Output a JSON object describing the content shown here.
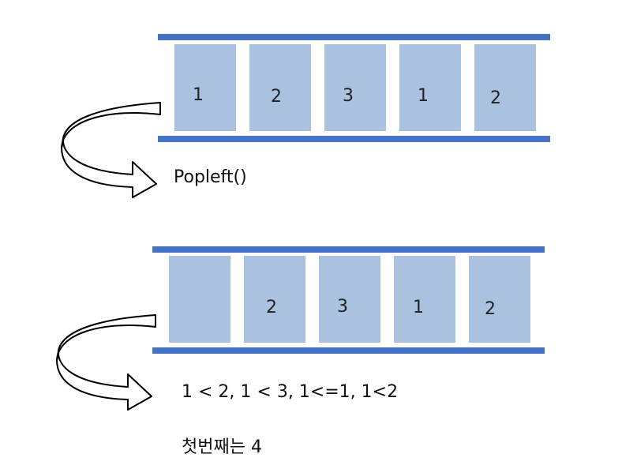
{
  "colors": {
    "rail": "#4472c4",
    "cell": "#abc1e0",
    "text": "#111111"
  },
  "queue_before": {
    "cells": [
      "1",
      "2",
      "3",
      "1",
      "2"
    ]
  },
  "operation_label": "Popleft()",
  "queue_after": {
    "cells": [
      "",
      "2",
      "3",
      "1",
      "2"
    ]
  },
  "comparison_text": "1 < 2, 1 < 3, 1<=1, 1<2",
  "result_text": "첫번째는 4"
}
